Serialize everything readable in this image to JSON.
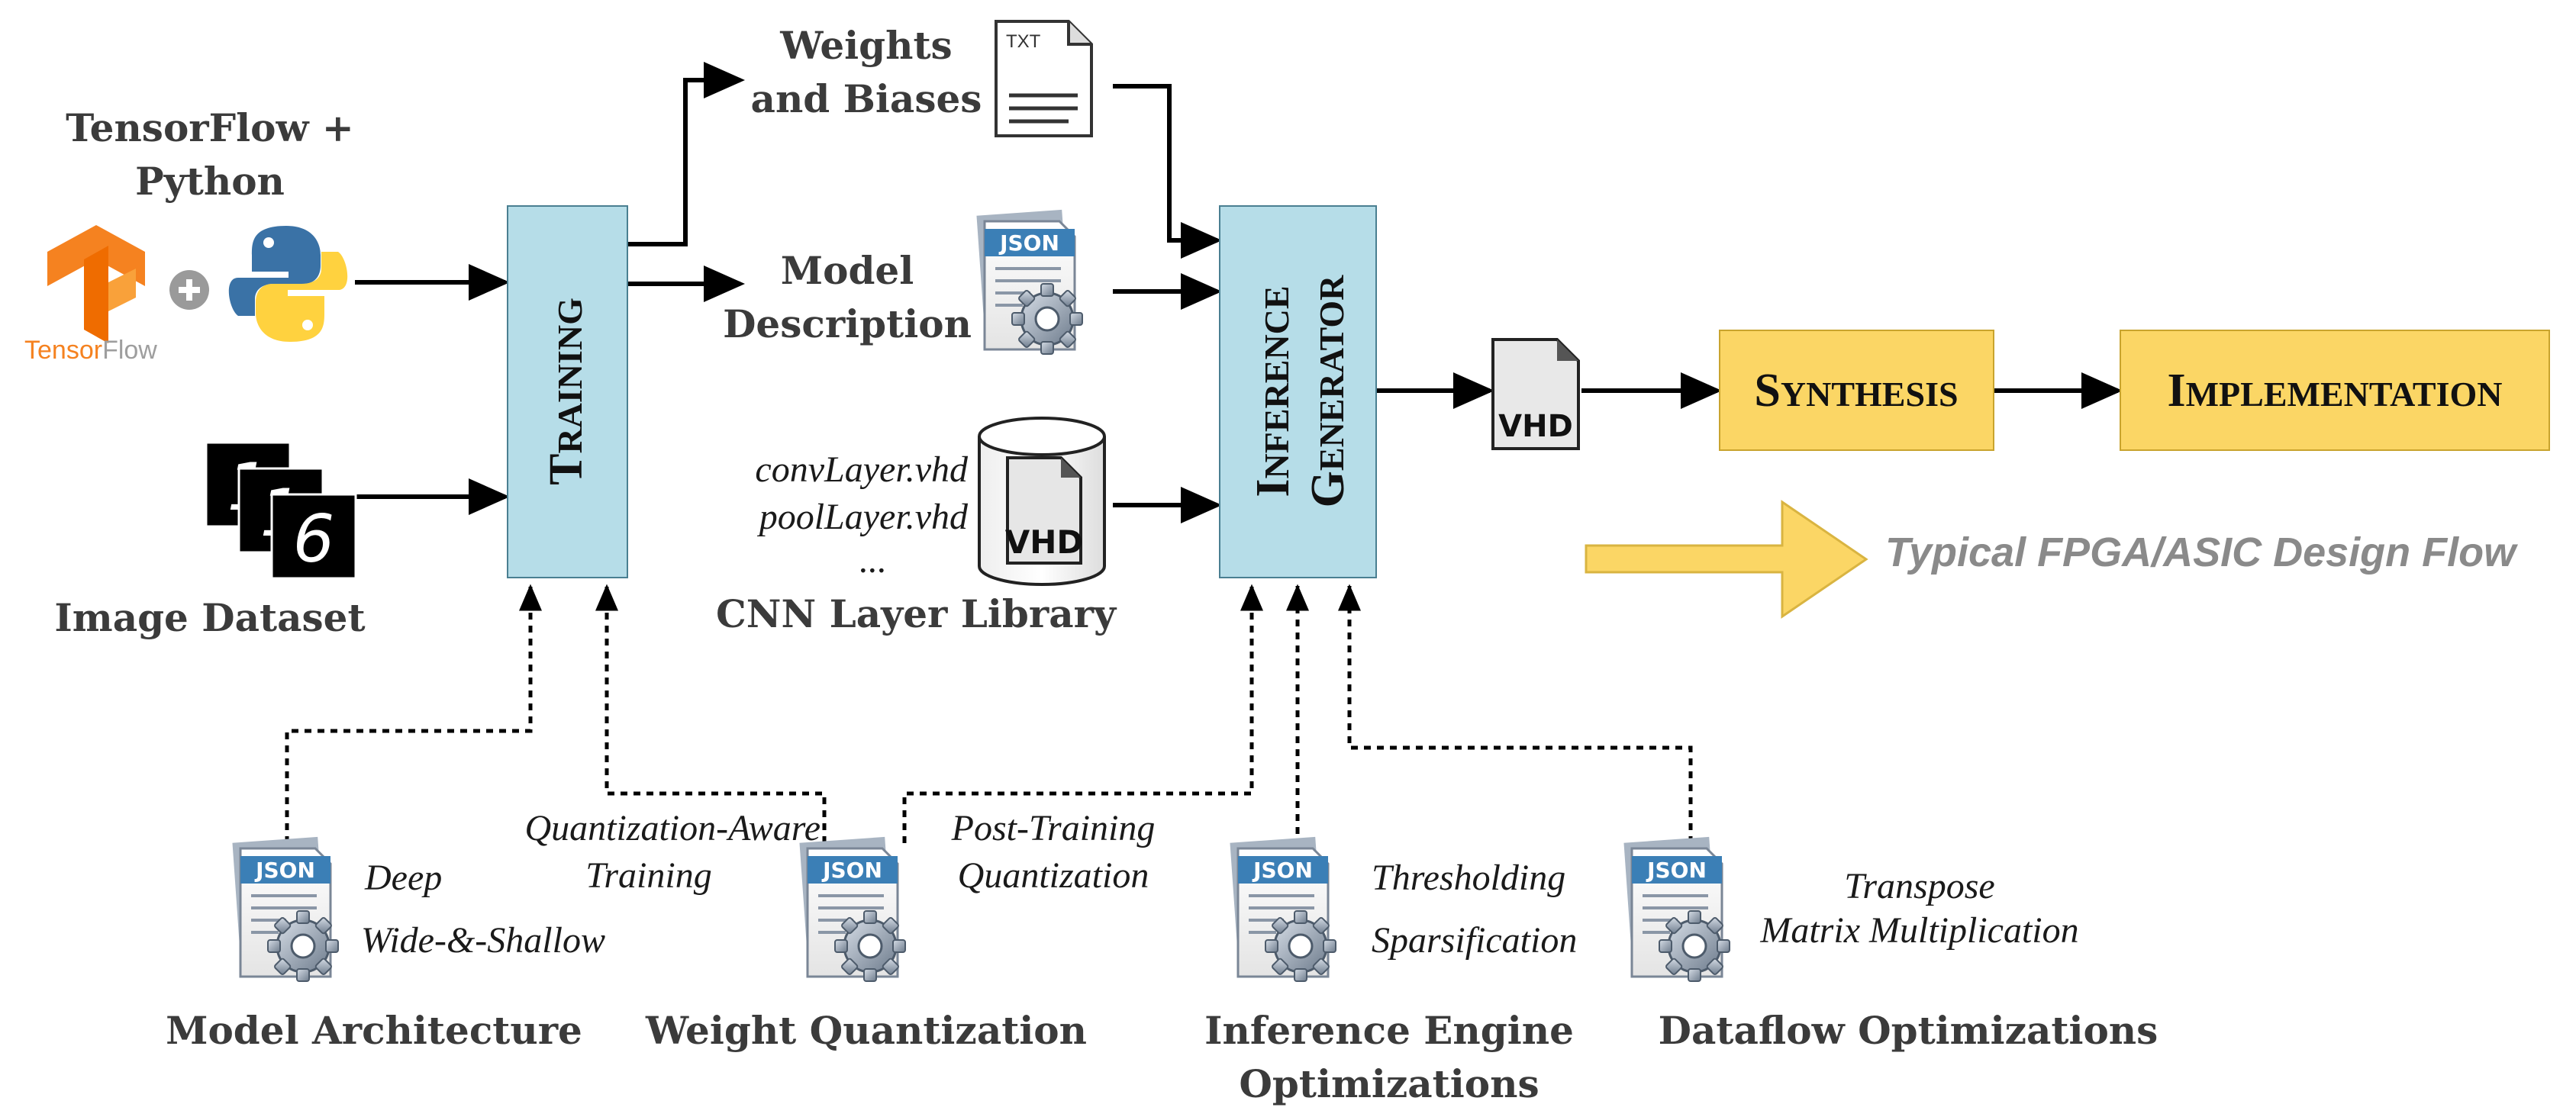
{
  "inputs": {
    "tensorflow_python": [
      "TensorFlow +",
      "Python"
    ],
    "tensorflow_logo_text": [
      "Tensor",
      "Flow"
    ],
    "image_dataset": "Image Dataset",
    "dataset_digits": [
      "1",
      "1",
      "6"
    ]
  },
  "blocks": {
    "training": [
      "T",
      "RAINING"
    ],
    "inference_generator": [
      [
        "I",
        "NFERENCE"
      ],
      [
        "G",
        "ENERATOR"
      ]
    ],
    "synthesis": [
      "S",
      "YNTHESIS"
    ],
    "implementation": [
      "I",
      "MPLEMENTATION"
    ]
  },
  "outputs": {
    "weights_biases": [
      "Weights",
      "and Biases"
    ],
    "model_description": [
      "Model",
      "Description"
    ],
    "cnn_library": "CNN Layer Library",
    "cnn_files": [
      "convLayer.vhd",
      "poolLayer.vhd",
      "..."
    ]
  },
  "file_icons": {
    "txt": "TXT",
    "json": "JSON",
    "vhd": "VHD"
  },
  "flow": {
    "typical_label": "Typical FPGA/ASIC Design Flow"
  },
  "options": {
    "model_architecture": {
      "title": "Model Architecture",
      "items": [
        "Deep",
        "Wide-&-Shallow"
      ]
    },
    "weight_quantization": {
      "title": "Weight Quantization",
      "items": [
        "Quantization-Aware",
        "Training",
        "Post-Training",
        "Quantization"
      ]
    },
    "inference_engine": {
      "title": [
        "Inference Engine",
        "Optimizations"
      ],
      "items": [
        "Thresholding",
        "Sparsification"
      ]
    },
    "dataflow": {
      "title": "Dataflow Optimizations",
      "items": [
        "Transpose",
        "Matrix Multiplication"
      ]
    }
  },
  "colors": {
    "block_blue": "#b6dde8",
    "block_gold": "#fbd665",
    "arrow": "#000000",
    "flow_arrow": "#fbd665",
    "label_gray": "#3b3b3b",
    "tensorflow_orange": "#f58220",
    "python_blue": "#3a72a6",
    "python_yellow": "#ffd23f"
  }
}
